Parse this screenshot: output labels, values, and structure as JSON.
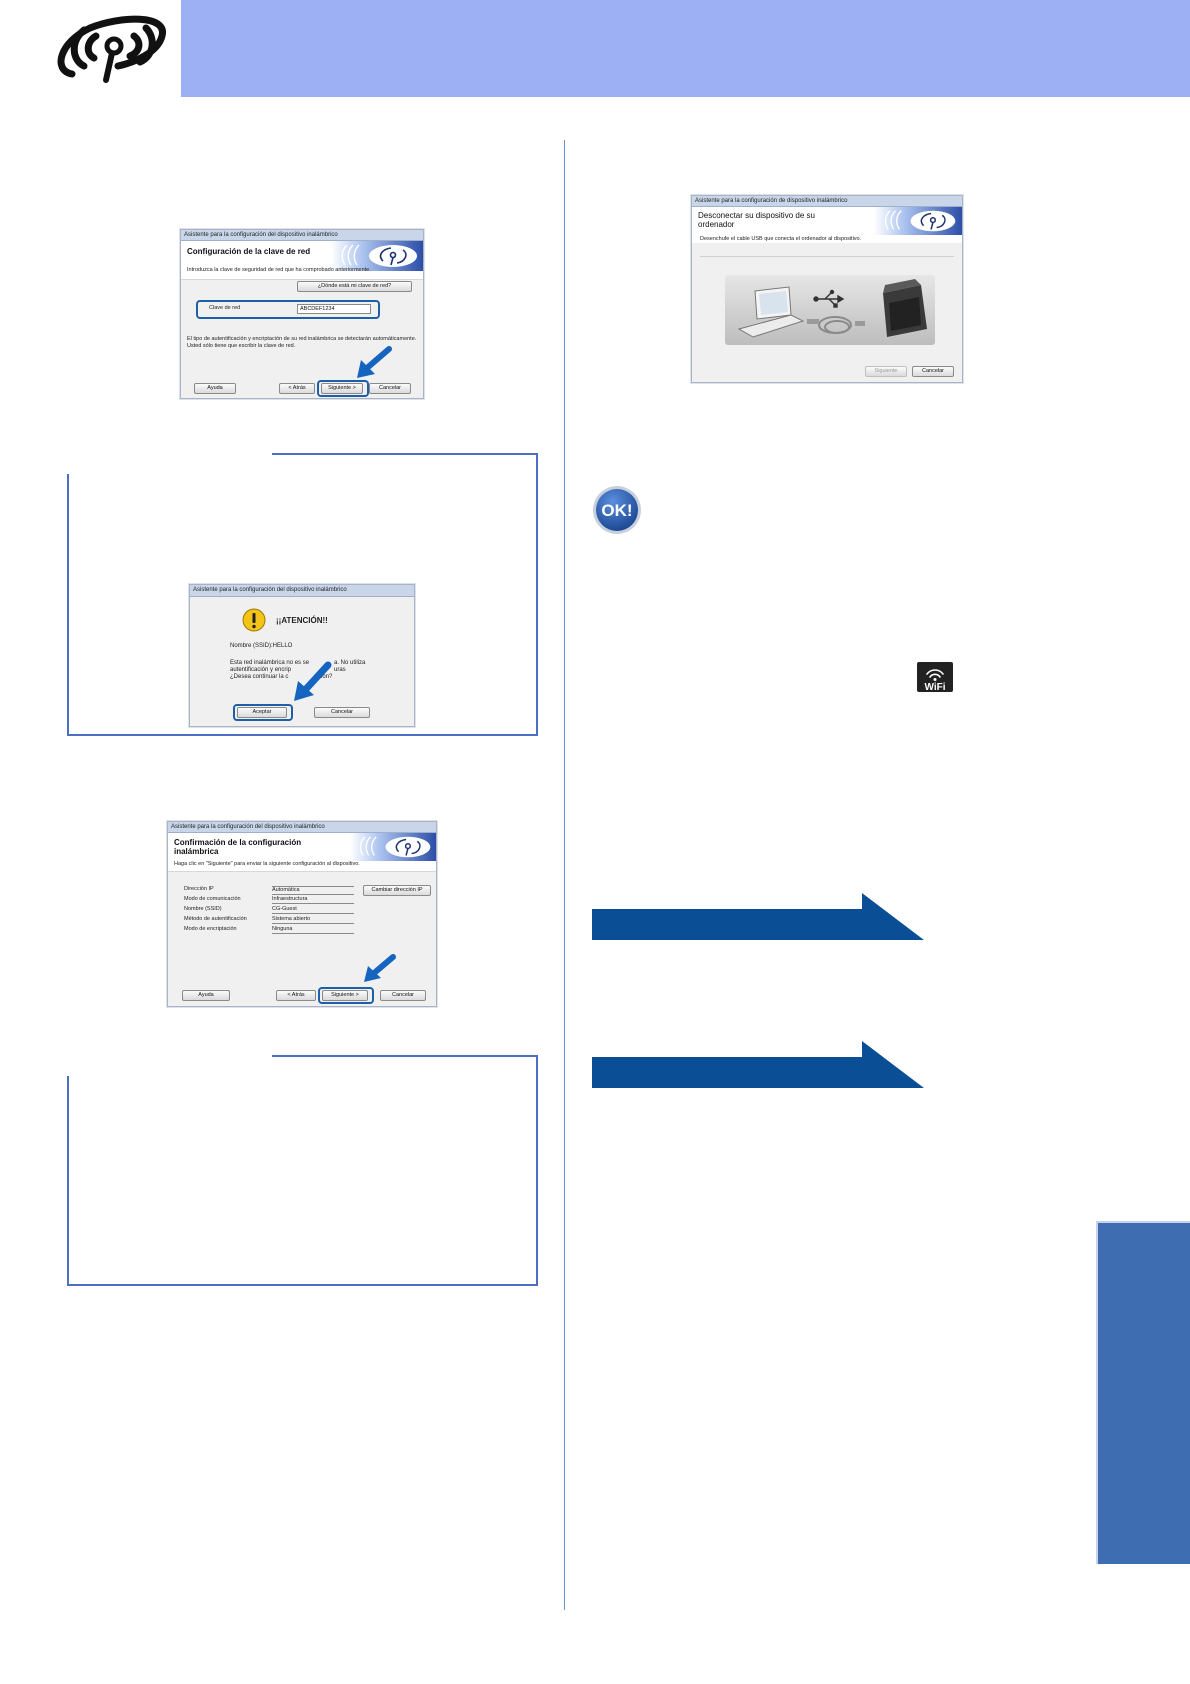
{
  "colors": {
    "header": "#9cb0f3",
    "accent_blue": "#0a4f95",
    "side_tab": "#3e6db1",
    "box_border": "#4d6fc0"
  },
  "header": {
    "logo_icon": "wireless-antenna-icon"
  },
  "dialog_network_key": {
    "window_title": "Asistente para la configuración del dispositivo inalámbrico",
    "heading": "Configuración de la clave de red",
    "instruction": "Introduzca la clave de seguridad de red que ha comprobado anteriormente.",
    "where_button": "¿Dónde está mi clave de red?",
    "field_label": "Clave de red",
    "field_value": "ABCDEF1234",
    "note_line1": "El tipo de autentificación y encriptación de su red inalámbrica se detectarán automáticamente.",
    "note_line2": "Usted sólo tiene que escribir la clave de red.",
    "help_button": "Ayuda",
    "back_button": "< Atrás",
    "next_button": "Siguiente >",
    "cancel_button": "Cancelar"
  },
  "dialog_warning": {
    "window_title": "Asistente para la configuración del dispositivo inalámbrico",
    "heading": "¡¡ATENCIÓN!!",
    "ssid_line": "Nombre (SSID):HELLO",
    "msg_line1": "Esta red inalámbrica no es se",
    "msg_line1b": "a. No utiliza",
    "msg_line2": "autentificación y encrip",
    "msg_line2b": "uras",
    "msg_line3": "¿Desea continuar la c",
    "msg_line3b": "ción?",
    "accept_button": "Aceptar",
    "cancel_button": "Cancelar"
  },
  "dialog_confirm": {
    "window_title": "Asistente para la configuración del dispositivo inalámbrico",
    "heading_line1": "Confirmación de la configuración",
    "heading_line2": "inalámbrica",
    "instruction": "Haga clic en \"Siguiente\" para enviar la siguiente configuración al dispositivo.",
    "change_ip_button": "Cambiar dirección IP",
    "rows": [
      {
        "label": "Dirección IP",
        "value": "Automática"
      },
      {
        "label": "Modo de comunicación",
        "value": "Infraestructura"
      },
      {
        "label": "Nombre (SSID)",
        "value": "CG-Guest"
      },
      {
        "label": "Método de autentificación",
        "value": "Sistema abierto"
      },
      {
        "label": "Modo de encriptación",
        "value": "Ninguna"
      }
    ],
    "help_button": "Ayuda",
    "back_button": "< Atrás",
    "next_button": "Siguiente >",
    "cancel_button": "Cancelar"
  },
  "dialog_disconnect": {
    "window_title": "Asistente para la configuración de dispositivo inalámbrico",
    "heading_line1": "Desconectar su dispositivo de su",
    "heading_line2": "ordenador",
    "instruction": "Desenchufe el cable USB que conecta el ordenador al dispositivo.",
    "next_button": "Siguiente",
    "cancel_button": "Cancelar"
  },
  "ok_badge": "OK!",
  "wifi_badge": "WiFi"
}
